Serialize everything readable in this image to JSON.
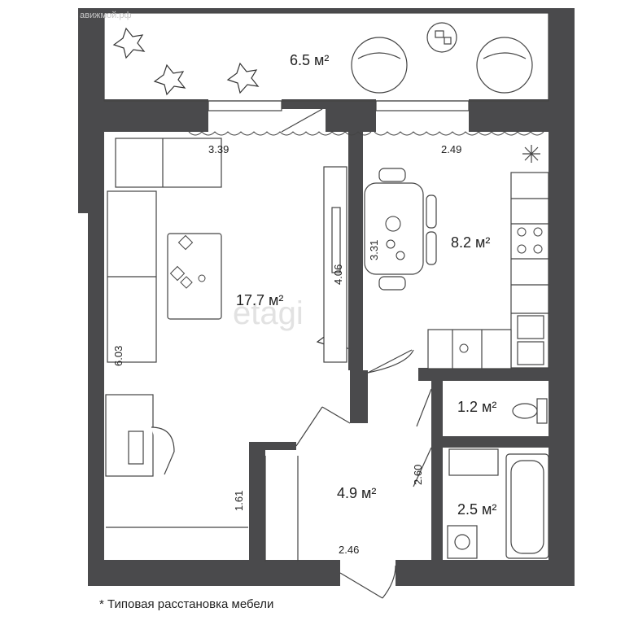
{
  "watermark": "авижмой.рф",
  "rooms": {
    "balcony": {
      "area": "6.5 м²"
    },
    "living": {
      "area": "17.7 м²"
    },
    "kitchen": {
      "area": "8.2 м²"
    },
    "toilet": {
      "area": "1.2 м²"
    },
    "bathroom": {
      "area": "2.5 м²"
    },
    "hall": {
      "area": "4.9 м²"
    }
  },
  "dimensions": {
    "living_width": "3.39",
    "kitchen_width": "2.49",
    "wall_length": "4.06",
    "kitchen_depth": "3.31",
    "living_depth": "6.03",
    "bottom_left": "1.61",
    "hall_height": "2.60",
    "hall_width": "2.46"
  },
  "center_watermark": "etagi",
  "footnote": "* Типовая расстановка мебели"
}
